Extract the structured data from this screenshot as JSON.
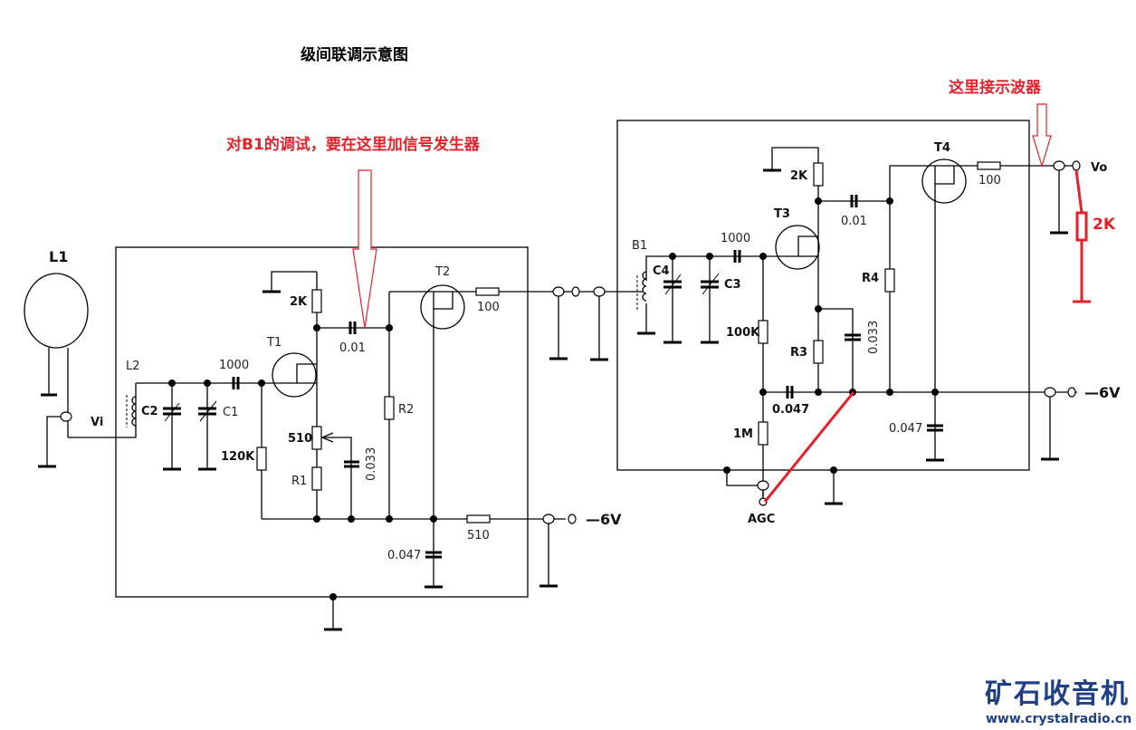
{
  "title": "级间联调示意图",
  "annotations": {
    "signal_generator": "对B1的调试，要在这里加信号发生器",
    "oscilloscope": "这里接示波器"
  },
  "accent_color": "#e8202a",
  "logo": {
    "name": "矿石收音机",
    "url": "www.crystalradio.cn",
    "color": "#1f3f86"
  },
  "stage1": {
    "antenna": "L1",
    "input": "Vi",
    "coil": "L2",
    "cap_c2": "C2",
    "cap_c1": "C1",
    "coupling_cap": "1000",
    "transistor1": "T1",
    "bias_res": "120K",
    "load_res": "2K",
    "interstage_cap": "0.01",
    "pot": "510",
    "r1": "R1",
    "bypass_cap": "0.033",
    "r2": "R2",
    "transistor2": "T2",
    "out_res": "100",
    "supply_res": "510",
    "filter_cap": "0.047",
    "supply": "—6V"
  },
  "stage2": {
    "transformer": "B1",
    "cap_c4": "C4",
    "cap_c3": "C3",
    "coupling_cap": "1000",
    "transistor3": "T3",
    "load_res": "2K",
    "interstage_cap": "0.01",
    "bias_res": "100K",
    "r3": "R3",
    "bypass_cap": "0.033",
    "r4": "R4",
    "agc_cap": "0.047",
    "agc_res": "1M",
    "agc": "AGC",
    "transistor4": "T4",
    "out_res": "100",
    "filter_cap": "0.047",
    "output": "Vo",
    "load": "2K",
    "supply": "—6V"
  }
}
